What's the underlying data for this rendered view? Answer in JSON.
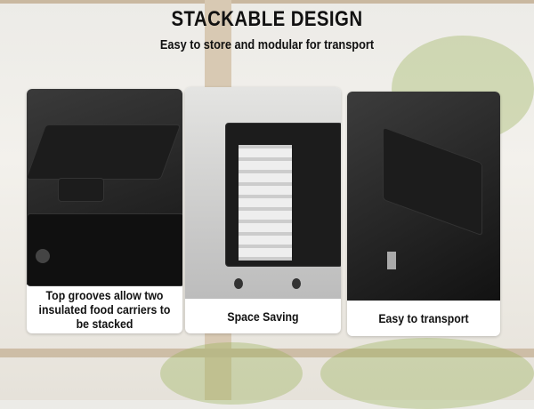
{
  "header": {
    "title": "STACKABLE DESIGN",
    "subtitle": "Easy to store and modular for transport"
  },
  "panels": [
    {
      "caption": "Top grooves allow two insulated food carriers to be stacked"
    },
    {
      "caption": "Space Saving"
    },
    {
      "caption": "Easy to transport"
    }
  ]
}
